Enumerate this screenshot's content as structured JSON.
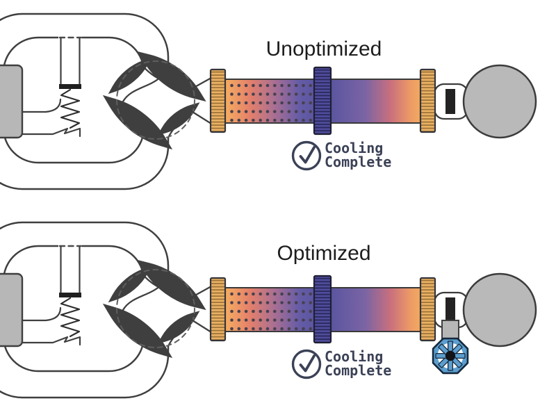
{
  "figure": {
    "background": "#ffffff",
    "description_visible_text_only": true
  },
  "panels": [
    {
      "id": "unoptimized",
      "title": "Unoptimized",
      "status": {
        "icon": "checkmark-circle-icon",
        "line1": "Cooling",
        "line2": "Complete"
      },
      "has_valve_wheel": false
    },
    {
      "id": "optimized",
      "title": "Optimized",
      "status": {
        "icon": "checkmark-circle-icon",
        "line1": "Cooling",
        "line2": "Complete"
      },
      "has_valve_wheel": true,
      "valve_icon": "valve-handwheel-icon"
    }
  ],
  "colors": {
    "outline": "#3f3f3f",
    "gray_fill": "#b7b7b7",
    "flange_orange": "#e9b164",
    "flange_orange_rib": "#9f7439",
    "flange_indigo": "#4f4c9b",
    "flange_indigo_rib": "#2a285c",
    "tube_hot": "#f6ae60",
    "tube_warm": "#e0776b",
    "tube_cool": "#5b55a0",
    "tube_dot": "#47414e",
    "status_ink": "#3b4156",
    "valve_blue": "#5b9ecf",
    "valve_outline": "#16293c",
    "title_ink": "#1d1d1d"
  },
  "icons": {
    "status_badge": "checkmark-circle-icon",
    "valve": "valve-handwheel-icon",
    "spring": "spring-zigzag-symbol"
  }
}
